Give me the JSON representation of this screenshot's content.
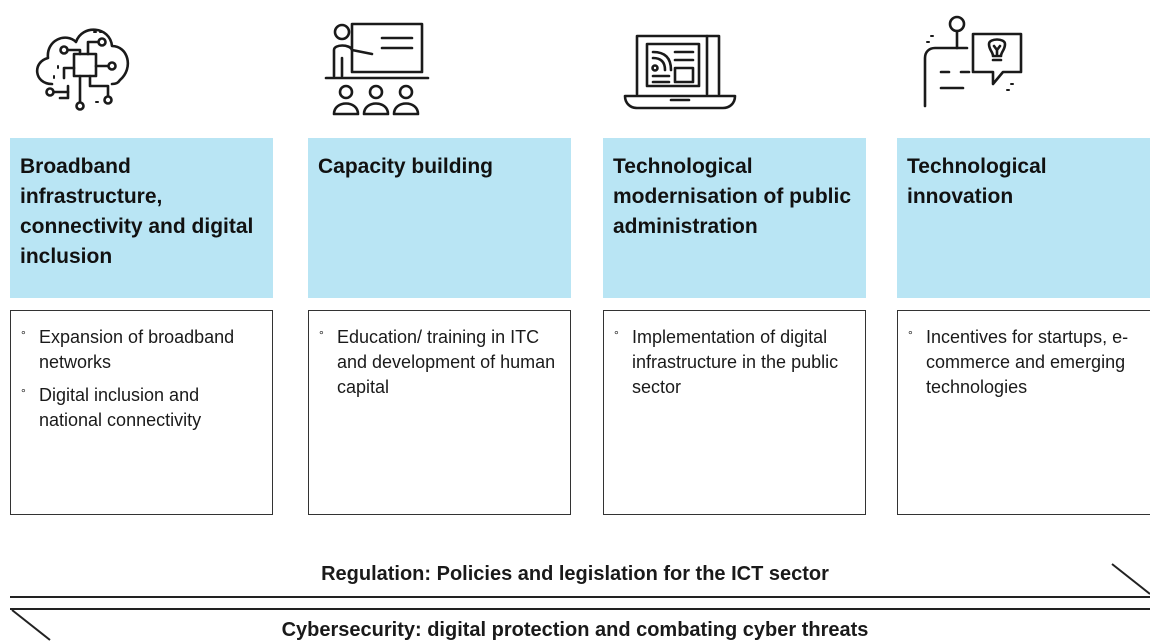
{
  "columns": [
    {
      "icon": "cloud-network-icon",
      "title": "Broadband infrastructure, connectivity and digital inclusion",
      "bullets": [
        "Expansion of broadband networks",
        "Digital inclusion and national connectivity"
      ]
    },
    {
      "icon": "presentation-audience-icon",
      "title": "Capacity building",
      "bullets": [
        "Education/ training in ITC and development of human capital"
      ]
    },
    {
      "icon": "laptop-news-icon",
      "title": "Technological modernisation of public administration",
      "bullets": [
        "Implementation of digital infrastructure in the public sector"
      ]
    },
    {
      "icon": "robot-idea-icon",
      "title": "Technological innovation",
      "bullets": [
        "Incentives for startups, e-commerce and emerging technologies"
      ]
    }
  ],
  "bands": {
    "regulation": "Regulation: Policies and legislation for the ICT sector",
    "cybersecurity": "Cybersecurity: digital protection and combating cyber threats"
  },
  "colors": {
    "header_fill": "#b9e5f4",
    "line": "#222222"
  }
}
